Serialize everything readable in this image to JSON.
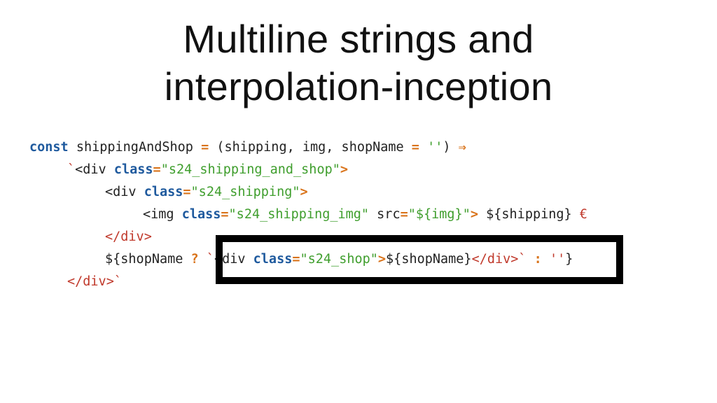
{
  "slide": {
    "title_line1": "Multiline strings and",
    "title_line2": "interpolation-inception"
  },
  "code": {
    "line1": {
      "kw": "const",
      "name": " shippingAndShop ",
      "eq": "=",
      "paren_open": " (",
      "params": "shipping, img, shopName ",
      "eq2": "=",
      "default": " ''",
      "paren_close": ") ",
      "arrow": "⇒"
    },
    "line2": {
      "tick": "`",
      "tag_open": "<div ",
      "attr": "class",
      "eq": "=",
      "value": "\"s24_shipping_and_shop\"",
      "gt": ">"
    },
    "line3": {
      "tag_open": "<div ",
      "attr": "class",
      "eq": "=",
      "value": "\"s24_shipping\"",
      "gt": ">"
    },
    "line4": {
      "tag_open": "<img ",
      "attr": "class",
      "eq": "=",
      "value": "\"s24_shipping_img\"",
      "src": " src",
      "eq2": "=",
      "src_value": "\"${img}\"",
      "gt": ">",
      "interp_open": " ${",
      "interp_name": "shipping",
      "interp_close": "}",
      "euro": " €"
    },
    "line5": {
      "close_tag": "</div>"
    },
    "line6": {
      "interp_open": "${",
      "name": "shopName ",
      "q": "?",
      "space": " ",
      "tick": "`",
      "tag_open": "<div ",
      "attr": "class",
      "eq": "=",
      "value": "\"s24_shop\"",
      "gt": ">",
      "inner_open": "${",
      "inner_name": "shopName",
      "inner_close": "}",
      "close_tag": "</div>",
      "tick2": "`",
      "colon": " :",
      "empty": " ''",
      "interp_close": "}"
    },
    "line7": {
      "close_tag": "</div>",
      "tick": "`"
    }
  }
}
